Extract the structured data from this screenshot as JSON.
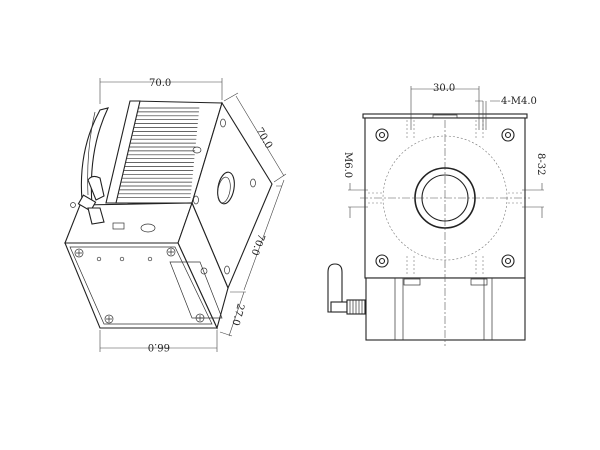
{
  "iso_view": {
    "dim_top_width": "70.0",
    "dim_right_depth": "70.0",
    "dim_right_height": "70.0",
    "dim_box_depth": "27.0",
    "dim_bottom_width": "66.0"
  },
  "front_view": {
    "dim_hole_spacing": "30.0",
    "dim_mount_threads": "4-M4.0",
    "dim_left_thread": "M6.0",
    "dim_right_thread": "8-32"
  }
}
